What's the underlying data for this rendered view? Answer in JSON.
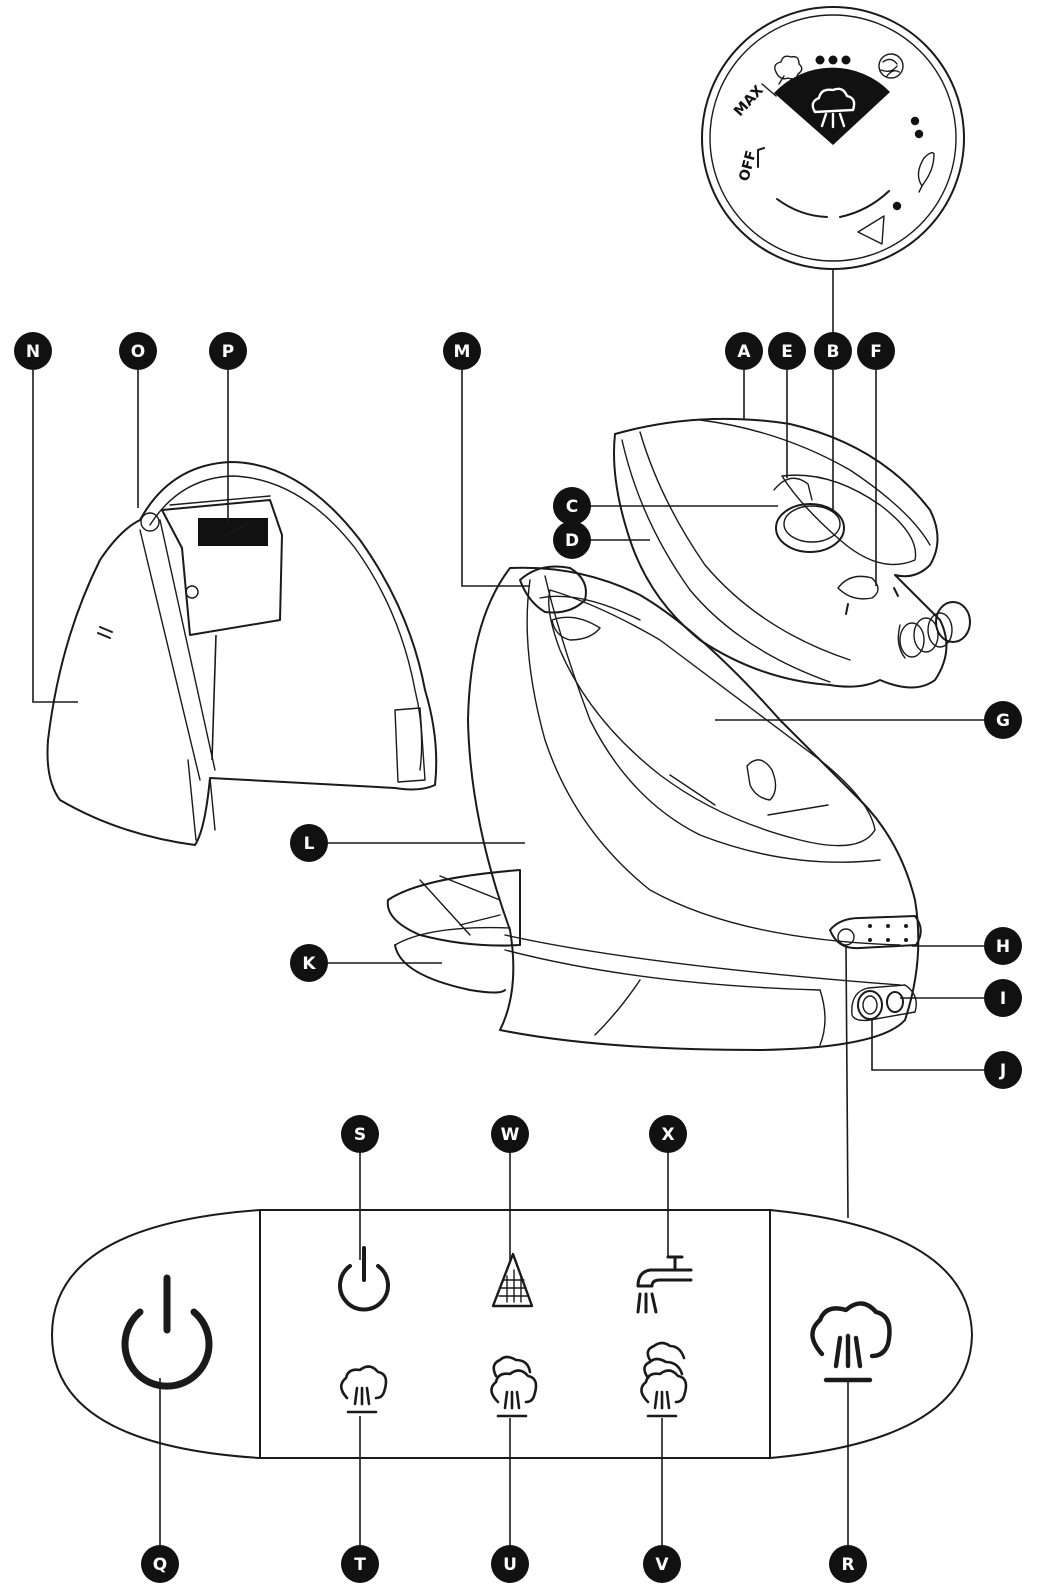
{
  "dial": {
    "off_label": "OFF",
    "max_label": "MAX"
  },
  "callouts": [
    "A",
    "B",
    "C",
    "D",
    "E",
    "F",
    "G",
    "H",
    "I",
    "J",
    "K",
    "L",
    "M",
    "N",
    "O",
    "P",
    "Q",
    "R",
    "S",
    "T",
    "U",
    "V",
    "W",
    "X"
  ],
  "colors": {
    "ink": "#1a1a1a",
    "callout_fill": "#111111",
    "callout_text": "#ffffff",
    "background": "#ffffff"
  },
  "icons": {
    "dial": [
      "cotton-icon",
      "three-dots-icon",
      "synthetic-icon",
      "steam-max-icon",
      "two-dots-icon",
      "silk-icon",
      "one-dot-icon",
      "eco-triangle-icon"
    ],
    "panel": [
      "main-power-icon",
      "standby-icon",
      "soleplate-icon",
      "tap-water-icon",
      "steam-low-icon",
      "steam-medium-icon",
      "steam-high-icon",
      "steam-boost-icon"
    ]
  }
}
